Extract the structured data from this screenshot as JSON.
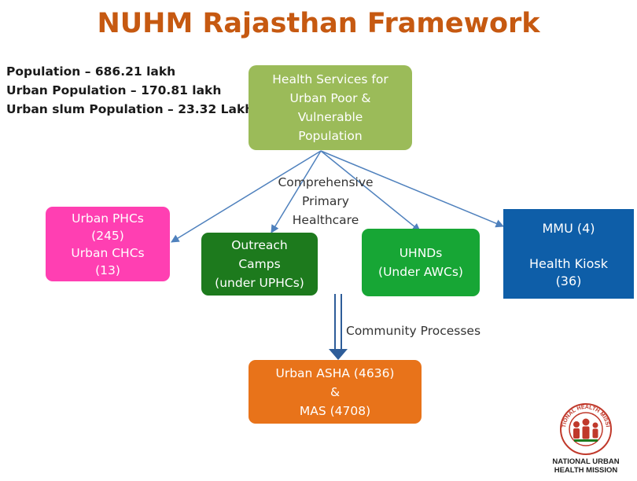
{
  "title": "NUHM Rajasthan Framework",
  "stats": [
    "Population – 686.21 lakh",
    "Urban Population – 170.81 lakh",
    "Urban slum Population – 23.32 Lakh"
  ],
  "boxes": {
    "health_services": "Health Services for\nUrban  Poor &\nVulnerable\nPopulation",
    "urban_phcs": "Urban PHCs\n(245)\nUrban CHCs\n(13)",
    "outreach": "Outreach\nCamps\n(under UPHCs)",
    "uhnds": "UHNDs\n(Under AWCs)",
    "mmu": "MMU  (4)",
    "health_kiosk": "Health Kiosk\n(36)",
    "urban_asha": "Urban ASHA (4636)\n&\nMAS (4708)"
  },
  "labels": {
    "comprehensive": "Comprehensive\nPrimary\nHealthcare",
    "community": "Community Processes"
  },
  "logo": {
    "ring_text": "NATIONAL HEALTH MISSION",
    "line1": "NATIONAL URBAN",
    "line2": "HEALTH MISSION"
  },
  "colors": {
    "title": "#c65911",
    "health_services": "#9bbb59",
    "urban_phcs": "#ff3fb2",
    "outreach": "#1d7a1d",
    "uhnds": "#17a635",
    "mmu_kiosk": "#0e5ea8",
    "urban_asha": "#e8731a",
    "connector": "#4f81bd"
  }
}
